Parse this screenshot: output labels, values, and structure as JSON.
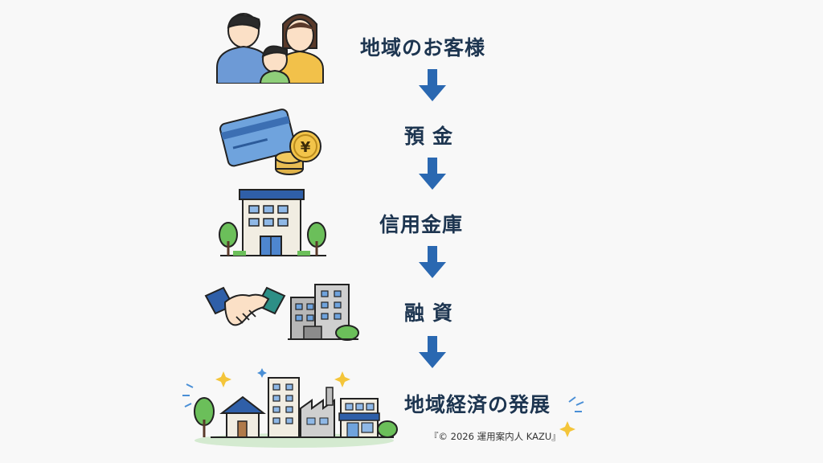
{
  "steps": [
    {
      "label": "地域のお客様",
      "icon": "family-icon"
    },
    {
      "label": "預金",
      "icon": "card-coins-icon"
    },
    {
      "label": "信用金庫",
      "icon": "bank-building-icon"
    },
    {
      "label": "融資",
      "icon": "handshake-office-icon"
    },
    {
      "label": "地域経済の発展",
      "icon": "town-icon"
    }
  ],
  "credit": "『© 2026 運用案内人 KAZU』",
  "colors": {
    "text": "#1d3550",
    "arrow": "#2a68b1",
    "accent_yellow": "#f4c53a",
    "accent_blue": "#4a8fd6"
  }
}
